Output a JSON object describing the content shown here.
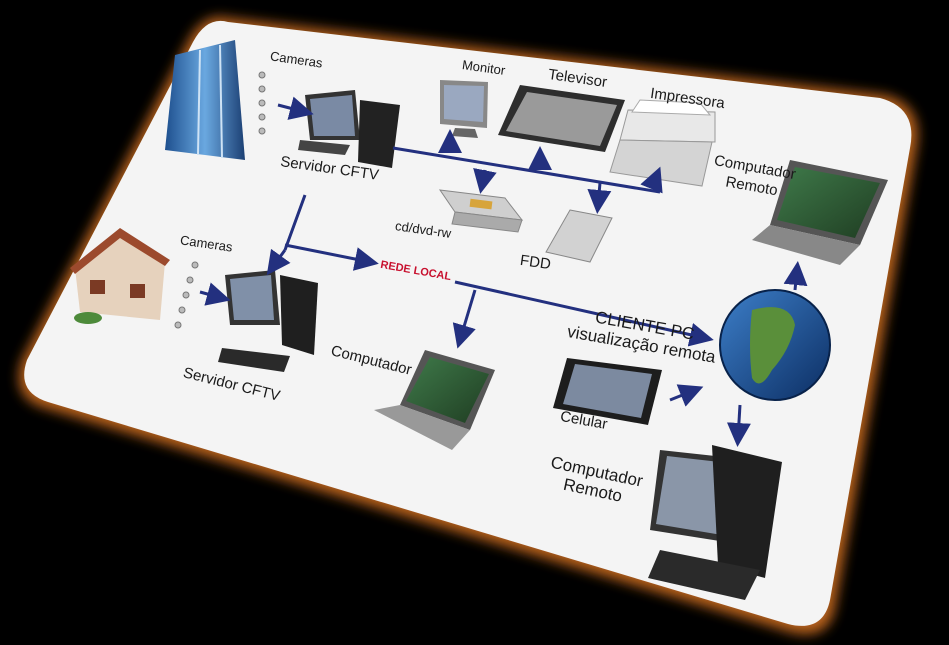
{
  "labels": {
    "cameras_top": "Cameras",
    "cameras_house": "Cameras",
    "servidor_top": "Servidor CFTV",
    "servidor_house": "Servidor CFTV",
    "monitor": "Monitor",
    "televisor": "Televisor",
    "impressora": "Impressora",
    "computador_remoto_top": "Computador\nRemoto",
    "cd_dvd": "cd/dvd-rw",
    "fdd": "FDD",
    "rede_local": "REDE LOCAL",
    "computador": "Computador",
    "cliente_pc": "CLIENTE PC\nvisualização remota",
    "celular": "Celular",
    "computador_remoto_bottom": "Computador\nRemoto"
  },
  "colors": {
    "card": "#f4f4f4",
    "glow": "#b8621a",
    "line": "#23307f",
    "red_label": "#c8102e"
  }
}
